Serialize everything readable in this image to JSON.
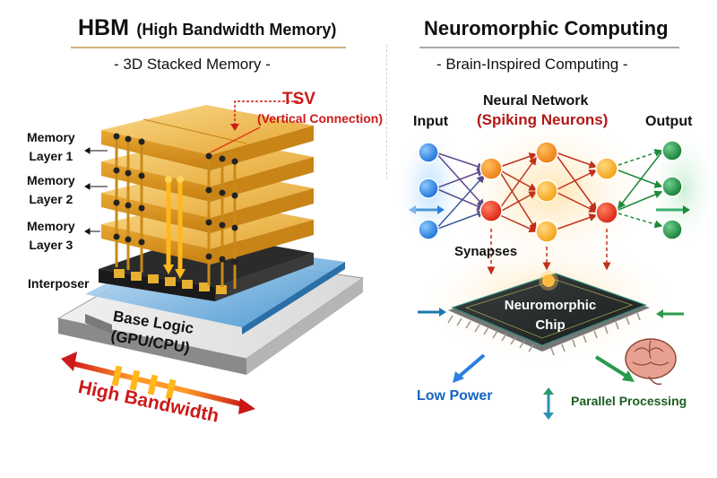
{
  "left_panel": {
    "title_main": "HBM",
    "title_paren": "(High Bandwidth Memory)",
    "subtitle": "- 3D Stacked Memory -",
    "underline_color": "#c8a56a",
    "tsv_label": "TSV",
    "tsv_sublabel": "(Vertical Connection)",
    "memory_layers": [
      {
        "line1": "Memory",
        "line2": "Layer 1"
      },
      {
        "line1": "Memory",
        "line2": "Layer 2"
      },
      {
        "line1": "Memory",
        "line2": "Layer 3"
      }
    ],
    "interposer_label": "Interposer",
    "base_logic_line1": "Base Logic",
    "base_logic_line2": "(GPU/CPU)",
    "bandwidth_label": "High Bandwidth",
    "colors": {
      "gold": "#e8a82a",
      "accent_red": "#cc1a1a",
      "interposer_blue": "#3a8fd0"
    }
  },
  "right_panel": {
    "title": "Neuromorphic Computing",
    "subtitle": "- Brain-Inspired Computing -",
    "underline_color": "#9a9a9a",
    "network_title": "Neural Network",
    "network_subtitle": "(Spiking Neurons)",
    "input_label": "Input",
    "output_label": "Output",
    "synapses_label": "Synapses",
    "chip_line1": "Neuromorphic",
    "chip_line2": "Chip",
    "low_power_label": "Low Power",
    "parallel_label": "Parallel Processing",
    "colors": {
      "input_blue": "#2b7fe0",
      "neuron_orange": "#f08a1a",
      "neuron_red": "#e0301a",
      "output_green": "#1f8a3a",
      "low_power_blue": "#1565c0",
      "parallel_green": "#1b5e20",
      "spiking_red": "#b01818"
    }
  }
}
